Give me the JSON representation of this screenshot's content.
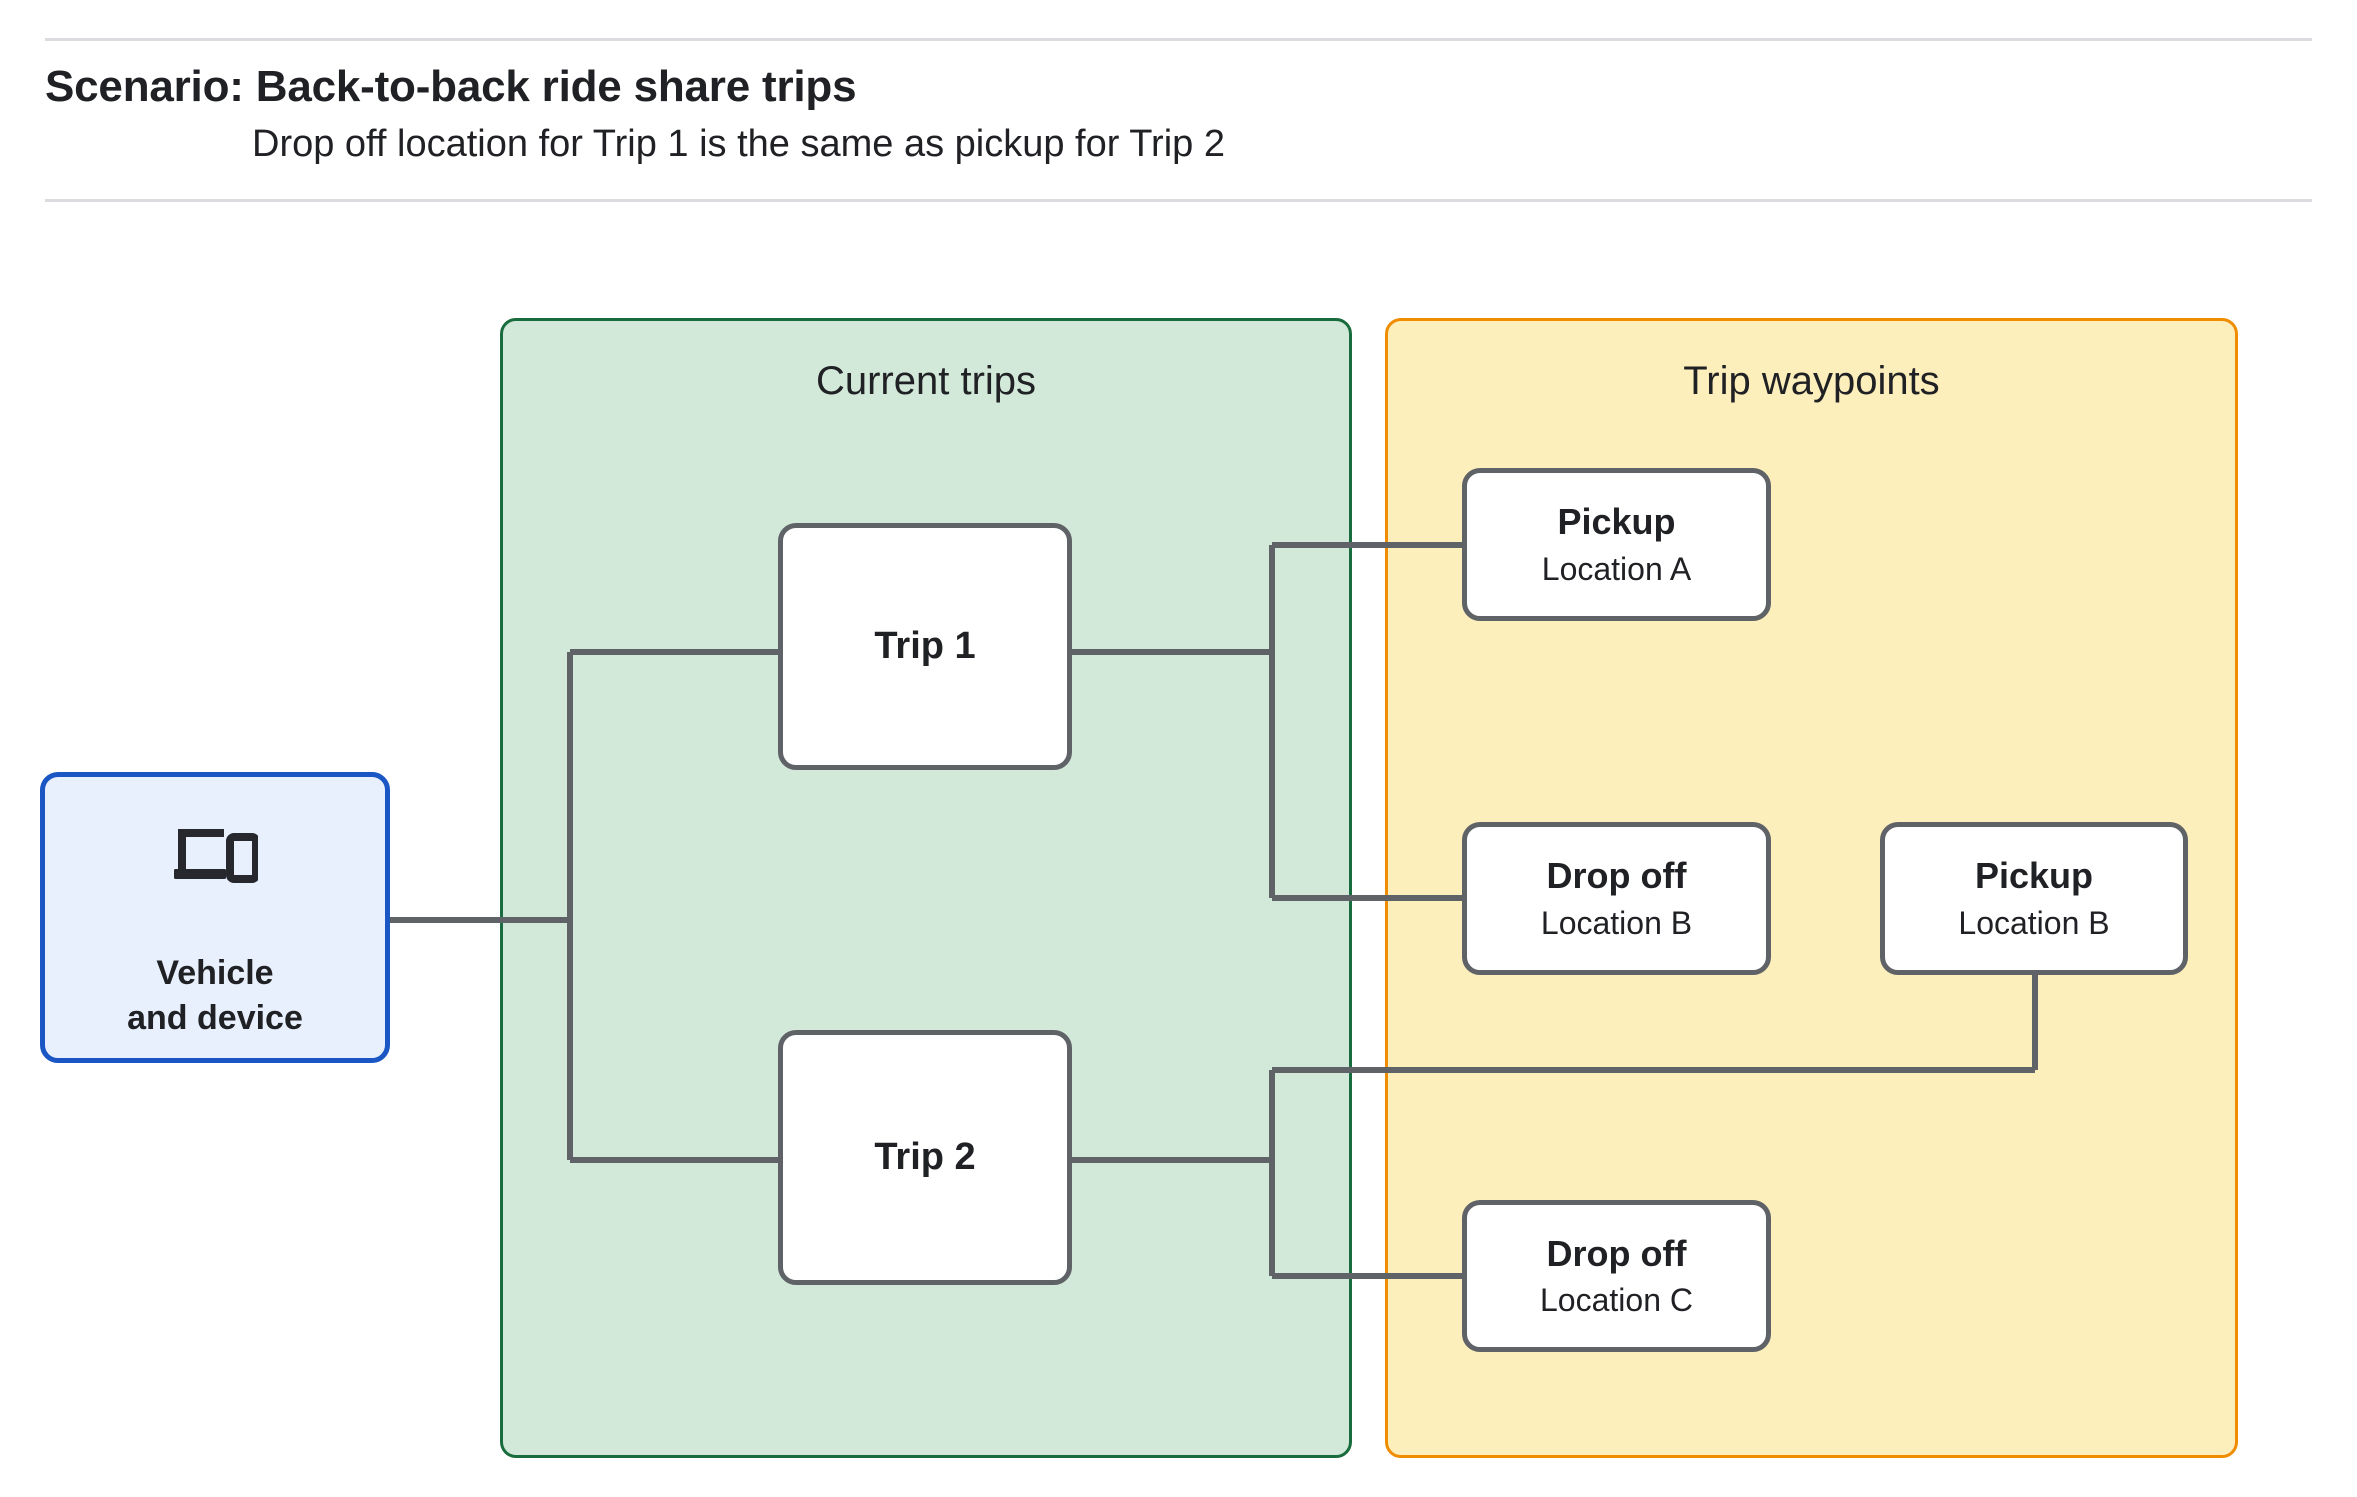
{
  "header": {
    "title": "Scenario: Back-to-back ride share trips",
    "subtitle": "Drop off  location for Trip 1 is the same as pickup for Trip 2"
  },
  "panels": {
    "current_trips": {
      "title": "Current trips",
      "fill": "#d2e8d9",
      "border": "#196c3d"
    },
    "trip_waypoints": {
      "title": "Trip waypoints",
      "fill": "#fdefbb",
      "border": "#f08c00"
    }
  },
  "vehicle": {
    "icon": "devices-icon",
    "label_line1": "Vehicle",
    "label_line2": "and device",
    "fill": "#e8f0fe",
    "border": "#1a56c4"
  },
  "trips": [
    {
      "label": "Trip 1"
    },
    {
      "label": "Trip 2"
    }
  ],
  "waypoints": [
    {
      "type": "Pickup",
      "location": "Location A"
    },
    {
      "type": "Drop off",
      "location": "Location B"
    },
    {
      "type": "Pickup",
      "location": "Location B"
    },
    {
      "type": "Drop off",
      "location": "Location C"
    }
  ],
  "connector_color": "#5f6368"
}
